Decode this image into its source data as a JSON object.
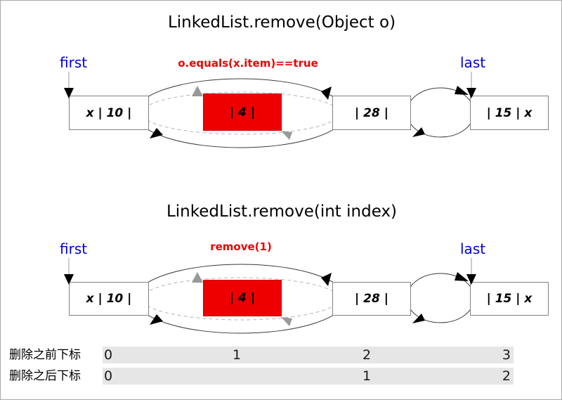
{
  "colors": {
    "accent_red": "#ee0000",
    "label_blue": "#0000dd",
    "box_border": "#808080",
    "curve": "#3a3a3a",
    "dashed": "#b3b3b3",
    "pointer_line": "#999999",
    "arrow_gray": "#999999",
    "strip_bg": "#e6e6e6"
  },
  "diagram_object": {
    "title": "LinkedList.remove(Object o)",
    "first_label": "first",
    "last_label": "last",
    "annotation": "o.equals(x.item)==true",
    "nodes": [
      {
        "text": "x | 10 |"
      },
      {
        "text": "| 4 |"
      },
      {
        "text": "| 28 |"
      },
      {
        "text": "| 15 | x"
      }
    ]
  },
  "diagram_index": {
    "title": "LinkedList.remove(int index)",
    "first_label": "first",
    "last_label": "last",
    "annotation": "remove(1)",
    "nodes": [
      {
        "text": "x | 10 |"
      },
      {
        "text": "| 4 |"
      },
      {
        "text": "| 28 |"
      },
      {
        "text": "| 15 | x"
      }
    ]
  },
  "index_table": {
    "before_label": "删除之前下标",
    "after_label": "删除之后下标",
    "before_values": [
      "0",
      "1",
      "2",
      "3"
    ],
    "after_values": [
      "0",
      "1",
      "2"
    ]
  }
}
